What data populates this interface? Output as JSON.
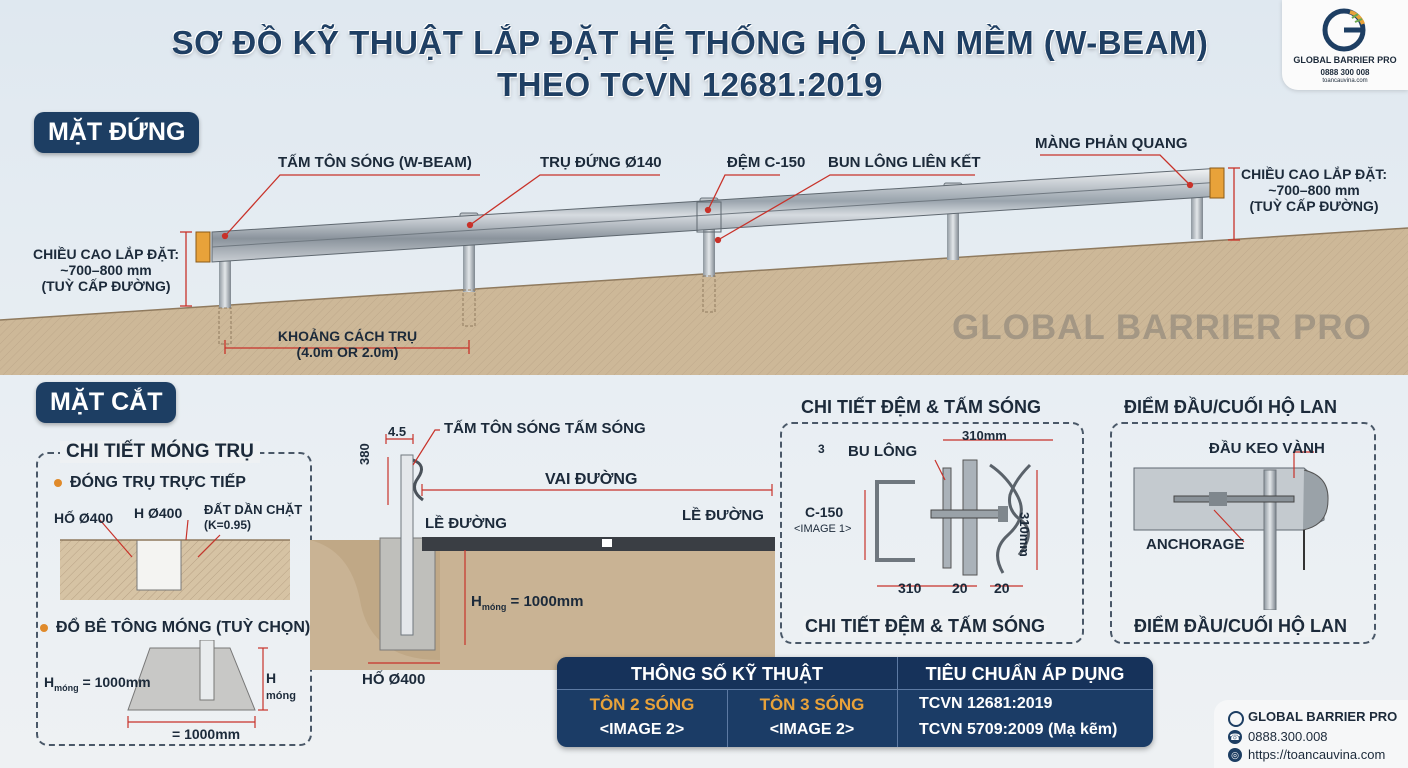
{
  "title": {
    "line1": "SƠ ĐỒ KỸ THUẬT LẮP ĐẶT HỆ THỐNG HỘ LAN MỀM (W-BEAM)",
    "line2": "THEO TCVN 12681:2019"
  },
  "logo": {
    "name": "GLOBAL BARRIER PRO",
    "phone": "0888 300 008",
    "url": "toancauvina.com"
  },
  "elevation": {
    "badge": "MẶT ĐỨNG",
    "labels": {
      "wbeam": "TẤM TÔN SÓNG (W-BEAM)",
      "post": "TRỤ ĐỨNG Ø140",
      "spacer": "ĐỆM C-150",
      "bolt": "BUN LÔNG LIÊN KẾT",
      "reflector": "MÀNG PHẢN QUANG"
    },
    "height_left": [
      "CHIỀU CAO LẮP ĐẶT:",
      "~700–800 mm",
      "(TUỲ CẤP ĐƯỜNG)"
    ],
    "height_right": [
      "CHIỀU CAO LẮP ĐẶT:",
      "~700–800 mm",
      "(TUỲ CẤP ĐƯỜNG)"
    ],
    "spacing": [
      "KHOẢNG CÁCH TRỤ",
      "(4.0m OR 2.0m)"
    ],
    "watermark": "GLOBAL BARRIER PRO"
  },
  "section": {
    "badge": "MẶT CẮT",
    "foundation": {
      "title": "CHI TIẾT MÓNG TRỤ",
      "direct": "ĐÓNG TRỤ TRỰC TIẾP",
      "hole": "HỐ Ø400",
      "h400": "H Ø400",
      "soil": "ĐẤT DẦN CHẶT",
      "soil_k": "(K=0.95)",
      "concrete": "ĐỔ BÊ TÔNG MÓNG (TUỲ CHỌN)",
      "h_mong": "H",
      "h_sub": "móng",
      "h_value": " = 1000mm",
      "h_right": "H",
      "width": "= 1000mm"
    },
    "cross": {
      "dim_top": "4.5",
      "dim_380": "380",
      "beam": "TẤM TÔN SÓNG TẤM SÓNG",
      "shoulder": "VAI ĐƯỜNG",
      "edge_left": "LỀ ĐƯỜNG",
      "edge_right": "LỀ ĐƯỜNG",
      "h": "H",
      "h_sub": "móng",
      "h_val": " = 1000mm",
      "hole": "HỐ Ø400"
    },
    "spacer_detail": {
      "title_top": "CHI TIẾT ĐỆM & TẤM SÓNG",
      "title_bottom": "CHI TIẾT ĐỆM & TẤM SÓNG",
      "bolt": "BU LÔNG",
      "bolt_num": "3",
      "c150": "C-150",
      "image1": "<IMAGE 1>",
      "d310_top": "310mm",
      "d310_right": "310mm",
      "d310_bottom": "310",
      "d20a": "20",
      "d20b": "20"
    },
    "end_detail": {
      "title_top": "ĐIỂM ĐẦU/CUỐI HỘ LAN",
      "title_bottom": "ĐIỂM ĐẦU/CUỐI HỘ LAN",
      "end_cap": "ĐẦU KEO VÀNH",
      "anchor": "ANCHORAGE"
    }
  },
  "spec_table": {
    "header_left": "THÔNG SỐ KỸ THUẬT",
    "header_right": "TIÊU CHUẨN ÁP DỤNG",
    "col1": "TÔN 2 SÓNG",
    "col2": "TÔN 3 SÓNG",
    "std1": "TCVN 12681:2019",
    "img1": "<IMAGE 2>",
    "img2": "<IMAGE 2>",
    "std2": "TCVN 5709:2009 (Mạ kẽm)"
  },
  "footer": {
    "brand": "GLOBAL BARRIER PRO",
    "phone": "0888.300.008",
    "url": "https://toancauvina.com"
  },
  "colors": {
    "navy": "#1d3e63",
    "accent_orange": "#e8a23a",
    "red_leader": "#c8322a",
    "soil": "#c9b394"
  }
}
